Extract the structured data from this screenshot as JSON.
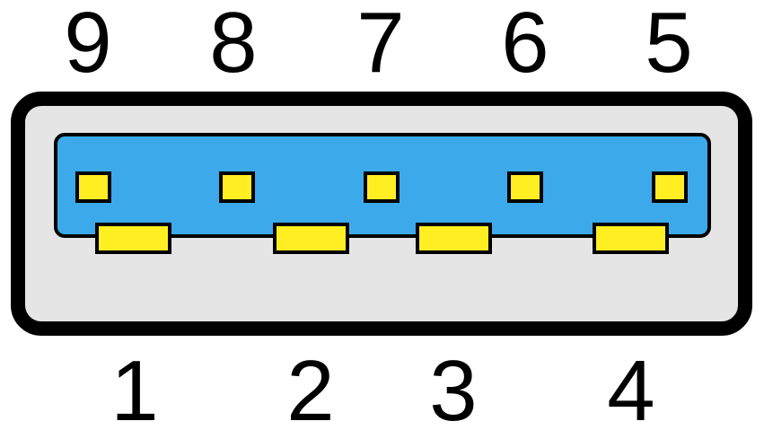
{
  "diagram": {
    "colors": {
      "shell_outline": "#000000",
      "shell_fill": "#e5e5e5",
      "tongue_fill": "#3caaea",
      "contact_fill": "#ffee22"
    },
    "top_row_labels": [
      "9",
      "8",
      "7",
      "6",
      "5"
    ],
    "bottom_row_labels": [
      "1",
      "2",
      "3",
      "4"
    ]
  }
}
